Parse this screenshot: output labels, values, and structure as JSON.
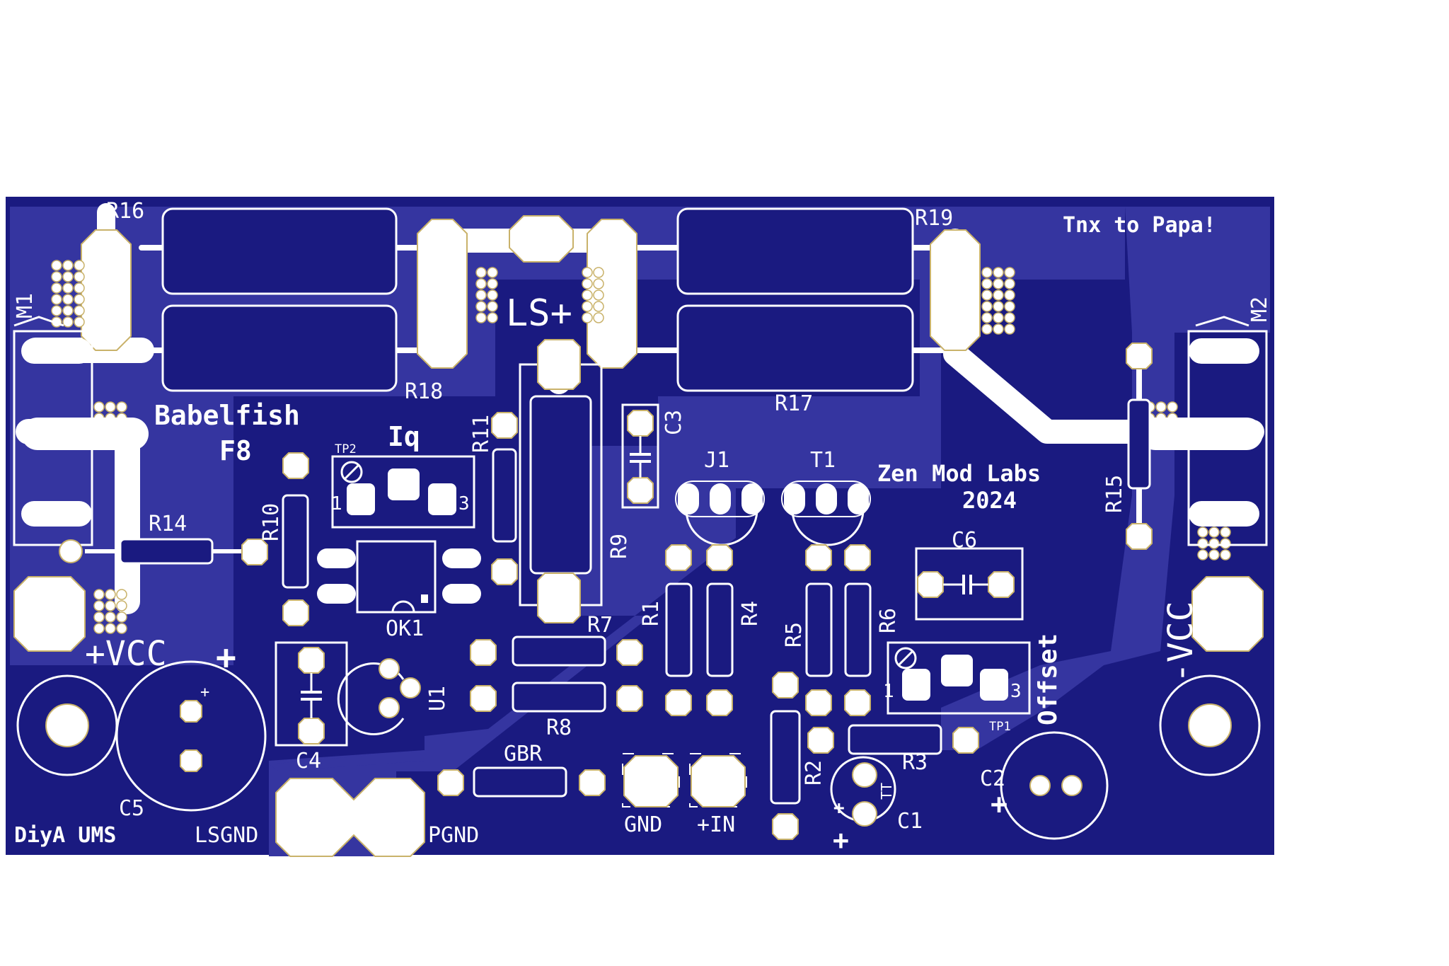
{
  "board": {
    "colors": {
      "board": "#1a1a80",
      "pour": "#3535a0",
      "silk": "#ffffff",
      "pad_ring": "#c9b26a"
    },
    "title": "Babelfish",
    "subtitle": "F8",
    "credit": "Tnx to Papa!",
    "maker": "Zen Mod Labs",
    "year": "2024",
    "footer": "DiyA UMS"
  },
  "labels": {
    "r16": "R16",
    "r18": "R18",
    "r19": "R19",
    "r17": "R17",
    "m1": "M1",
    "m2": "M2",
    "ls_plus": "LS+",
    "iq": "Iq",
    "tp2": "TP2",
    "tp1": "TP1",
    "offset": "Offset",
    "r11": "R11",
    "r10": "R10",
    "r14": "R14",
    "r9": "R9",
    "c3": "C3",
    "j1": "J1",
    "t1": "T1",
    "r15": "R15",
    "c6": "C6",
    "ok1": "OK1",
    "r7": "R7",
    "r8": "R8",
    "r1": "R1",
    "r4": "R4",
    "r5": "R5",
    "r6": "R6",
    "r2": "R2",
    "r3": "R3",
    "c4": "C4",
    "u1": "U1",
    "c5": "C5",
    "c1": "C1",
    "c2": "C2",
    "gbr": "GBR",
    "gnd": "GND",
    "in_plus": "+IN",
    "lsgnd": "LSGND",
    "pgnd": "PGND",
    "vcc_plus": "+VCC",
    "vcc_minus": "-VCC",
    "plus": "+",
    "pin1": "1",
    "pin3": "3",
    "tt": "TT"
  }
}
